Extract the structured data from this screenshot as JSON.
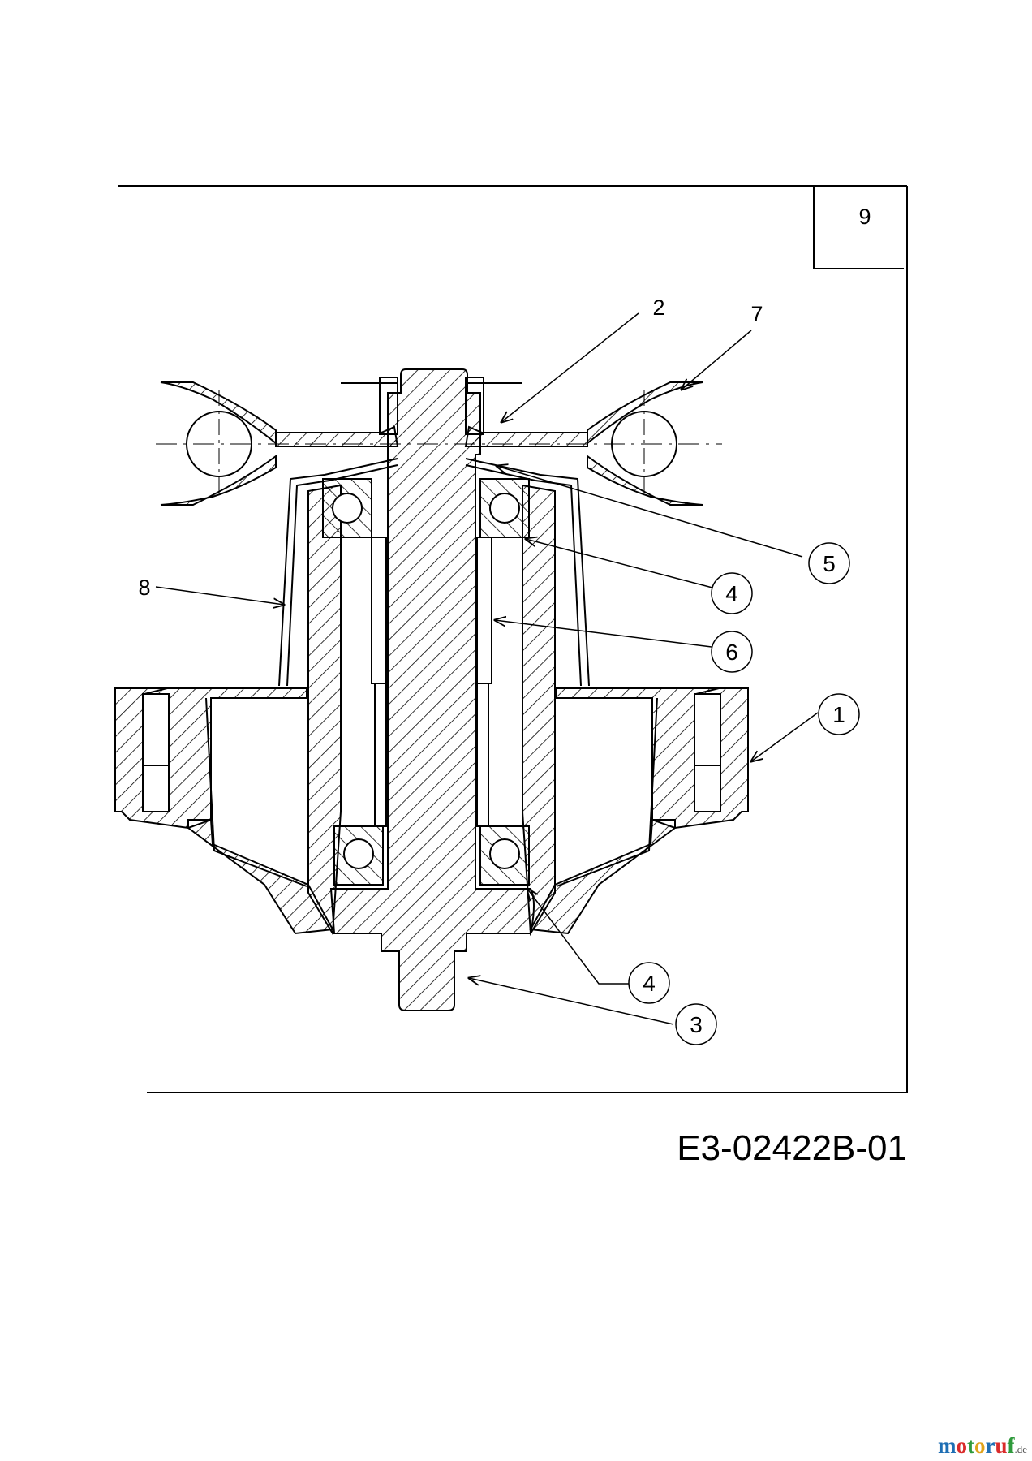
{
  "page_number": "9",
  "drawing_code": "E3-02422B-01",
  "labels": {
    "plain": [
      {
        "id": "2",
        "text": "2"
      },
      {
        "id": "7",
        "text": "7"
      },
      {
        "id": "8",
        "text": "8"
      }
    ],
    "circled": [
      {
        "id": "5",
        "text": "5"
      },
      {
        "id": "4a",
        "text": "4"
      },
      {
        "id": "6",
        "text": "6"
      },
      {
        "id": "1",
        "text": "1"
      },
      {
        "id": "4b",
        "text": "4"
      },
      {
        "id": "3",
        "text": "3"
      }
    ]
  },
  "watermark": {
    "parts": [
      {
        "text": "m",
        "color": "#1f6fb4"
      },
      {
        "text": "o",
        "color": "#d92b2b"
      },
      {
        "text": "t",
        "color": "#2f9a3c"
      },
      {
        "text": "o",
        "color": "#e0a21a"
      },
      {
        "text": "r",
        "color": "#1f6fb4"
      },
      {
        "text": "u",
        "color": "#d92b2b"
      },
      {
        "text": "f",
        "color": "#2f9a3c"
      }
    ],
    "suffix": ".de"
  }
}
